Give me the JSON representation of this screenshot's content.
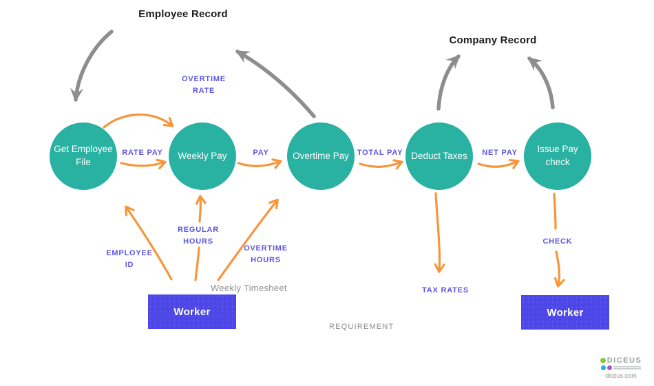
{
  "diagram": {
    "stores": [
      {
        "label": "Employee Record"
      },
      {
        "label": "Company Record"
      }
    ],
    "processes": [
      {
        "label": "Get Employee File"
      },
      {
        "label": "Weekly Pay"
      },
      {
        "label": "Overtime Pay"
      },
      {
        "label": "Deduct Taxes"
      },
      {
        "label": "Issue Pay check"
      }
    ],
    "flows": {
      "rate_pay": "RATE PAY",
      "pay": "PAY",
      "total_pay": "TOTAL PAY",
      "net_pay": "NET PAY",
      "overtime_rate": "OVERTIME RATE",
      "employee_id": "EMPLOYEE ID",
      "regular_hours": "REGULAR HOURS",
      "overtime_hours": "OVERTIME HOURS",
      "tax_rates": "TAX RATES",
      "check": "CHECK"
    },
    "externals": [
      {
        "label": "Worker"
      },
      {
        "label": "Worker"
      }
    ],
    "notes": {
      "timesheet": "Weekly Timesheet",
      "requirement": "REQUIREMENT"
    }
  },
  "branding": {
    "logo_text": "DICEUS",
    "site": "diceus.com"
  },
  "colors": {
    "process_fill": "#29b1a2",
    "external_fill": "#4c47e6",
    "flow_label": "#5b55e2",
    "orange_arrow": "#f8953a",
    "gray_arrow": "#8e8e8e"
  }
}
